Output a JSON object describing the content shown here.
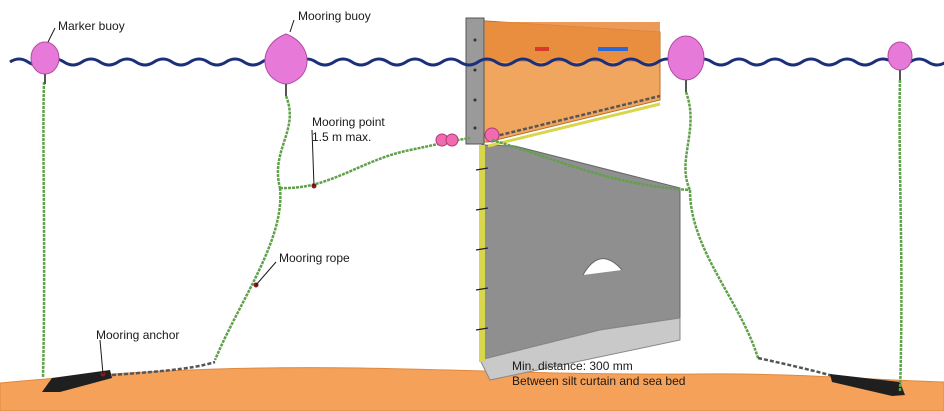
{
  "labels": {
    "marker_buoy": "Marker buoy",
    "mooring_buoy": "Mooring buoy",
    "mooring_point_line1": "Mooring point",
    "mooring_point_line2": "1.5 m max.",
    "mooring_rope": "Mooring rope",
    "mooring_anchor": "Mooring anchor",
    "min_distance_line1": "Min. distance: 300 mm",
    "min_distance_line2": "Between silt curtain and sea bed"
  },
  "panel_texts": {
    "left_stamp": "",
    "right_stamp": ""
  },
  "colors": {
    "water_line": "#1c2f7a",
    "buoy": "#e77ad9",
    "rope": "#5fa14a",
    "chain": "#555555",
    "seabed": "#f5a15a",
    "float_panel": "#f0a65e",
    "curtain": "#8f8f8f",
    "curtain_edge": "#d8d64a",
    "anchor": "#1f1f1f"
  }
}
